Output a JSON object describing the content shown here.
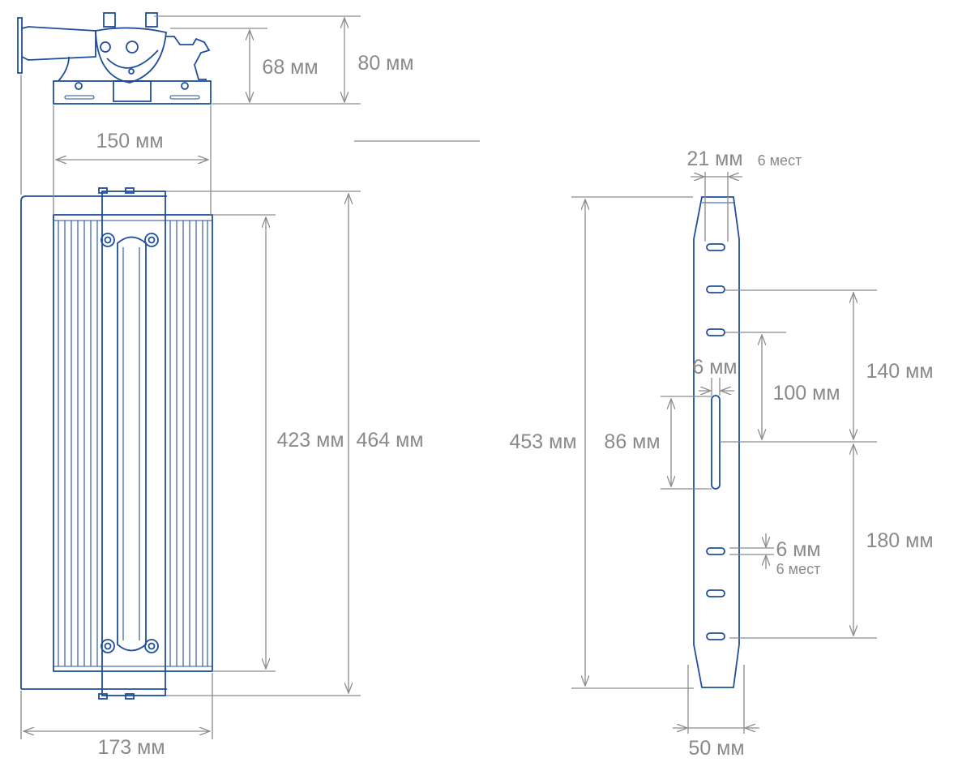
{
  "colors": {
    "outline": "#1f4e9c",
    "dimension": "#8c8c8c"
  },
  "fixture": {
    "dims": {
      "mount_inner_height": "68 мм",
      "mount_total_height": "80 мм",
      "mount_width": "150 мм",
      "body_height": "423 мм",
      "total_height": "464 мм",
      "total_width": "173 мм"
    }
  },
  "bracket": {
    "dims": {
      "total_height": "453 мм",
      "slot_spacing_upper": "21 мм",
      "slot_count_upper": "6 мест",
      "slot_width": "6 мм",
      "long_slot_length": "86 мм",
      "spacing_100": "100 мм",
      "spacing_140": "140 мм",
      "spacing_180": "180 мм",
      "small_slot_height": "6 мм",
      "slot_count_lower": "6 мест",
      "width": "50 мм"
    }
  }
}
